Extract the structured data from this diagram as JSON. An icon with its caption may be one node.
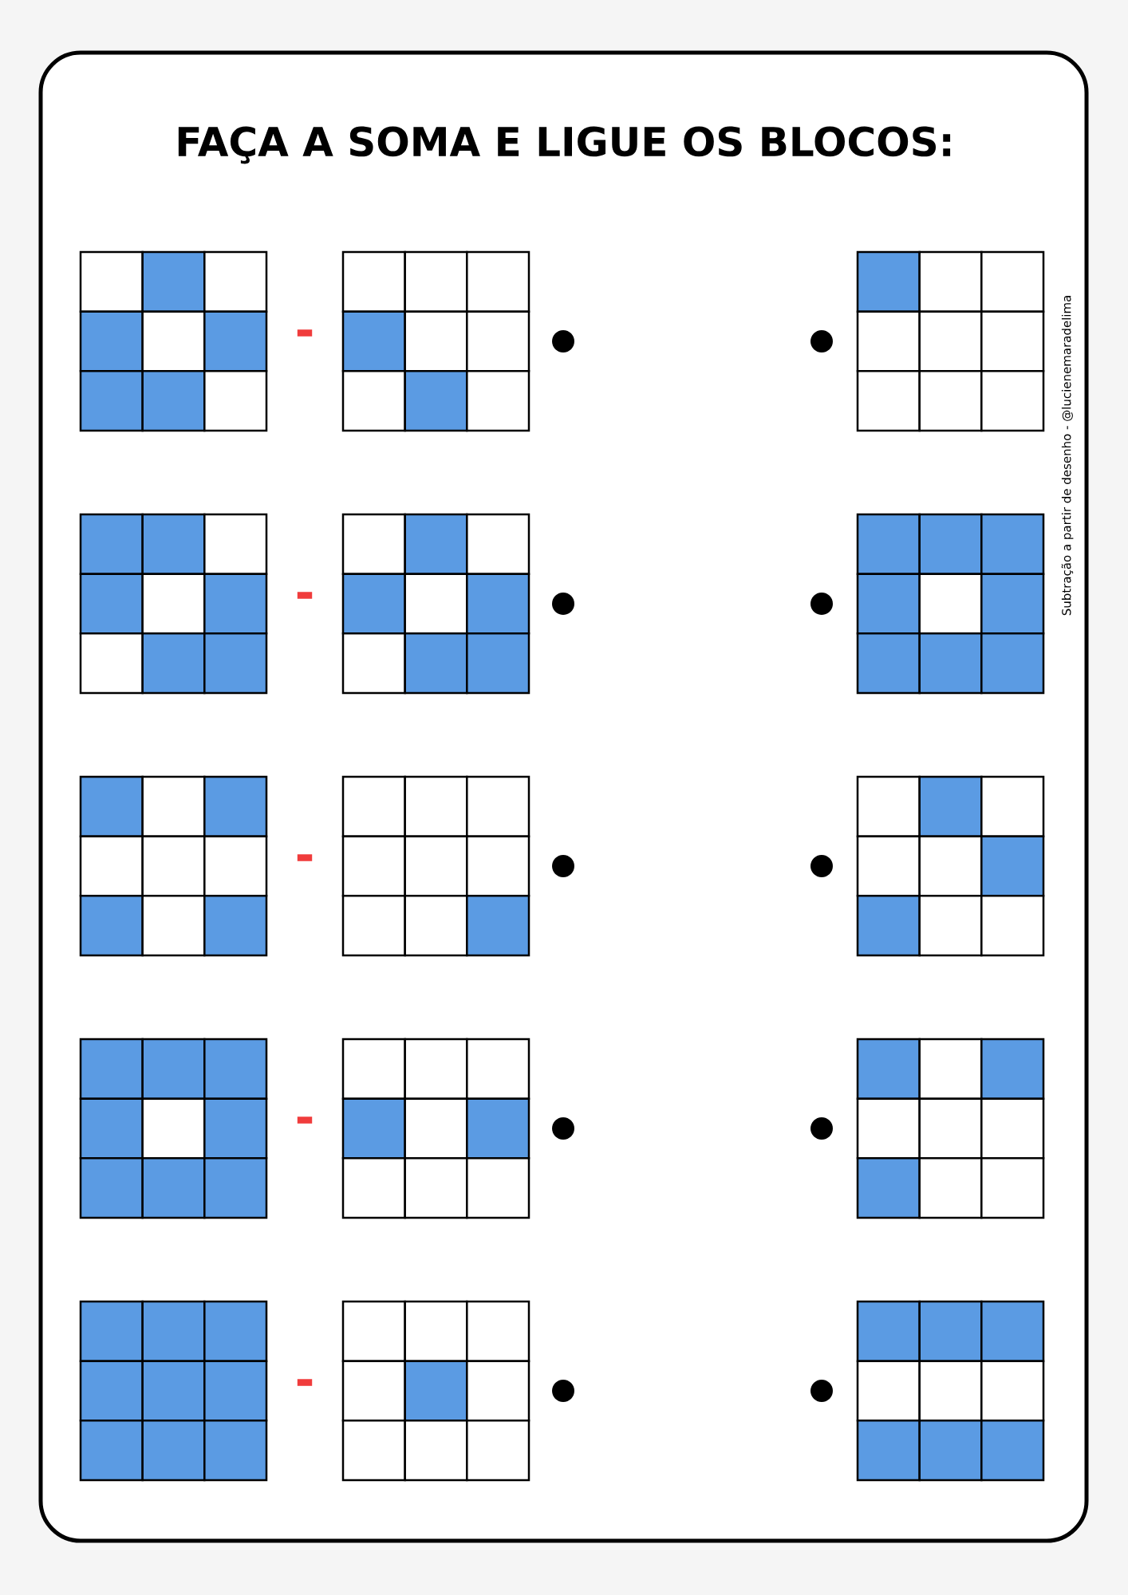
{
  "diagram": {
    "title": "FAÇA A SOMA E LIGUE OS BLOCOS:",
    "nodes": [
      {
        "text": [],
        "shape": "grid"
      },
      {
        "text": [],
        "shape": "grid"
      },
      {
        "text": [],
        "shape": "circle"
      },
      {
        "text": [],
        "shape": "circle"
      },
      {
        "text": [],
        "shape": "grid"
      },
      {
        "text": [],
        "shape": "grid"
      },
      {
        "text": [],
        "shape": "grid"
      },
      {
        "text": [],
        "shape": "circle"
      },
      {
        "text": [],
        "shape": "circle"
      },
      {
        "text": [],
        "shape": "grid"
      },
      {
        "text": [],
        "shape": "grid"
      },
      {
        "text": [],
        "shape": "grid"
      },
      {
        "text": [],
        "shape": "circle"
      },
      {
        "text": [],
        "shape": "circle"
      },
      {
        "text": [],
        "shape": "grid"
      },
      {
        "text": [],
        "shape": "grid"
      },
      {
        "text": [],
        "shape": "grid"
      },
      {
        "text": [],
        "shape": "circle"
      },
      {
        "text": [],
        "shape": "circle"
      },
      {
        "text": [],
        "shape": "grid"
      },
      {
        "text": [],
        "shape": "grid"
      },
      {
        "text": [],
        "shape": "grid"
      },
      {
        "text": [],
        "shape": "circle"
      },
      {
        "text": [],
        "shape": "circle"
      },
      {
        "text": [],
        "shape": "grid"
      }
    ],
    "labels": [
      "-",
      "-",
      "-",
      "-",
      "-",
      "Subtração a partir de desenho - @lucienemaradelima"
    ]
  }
}
